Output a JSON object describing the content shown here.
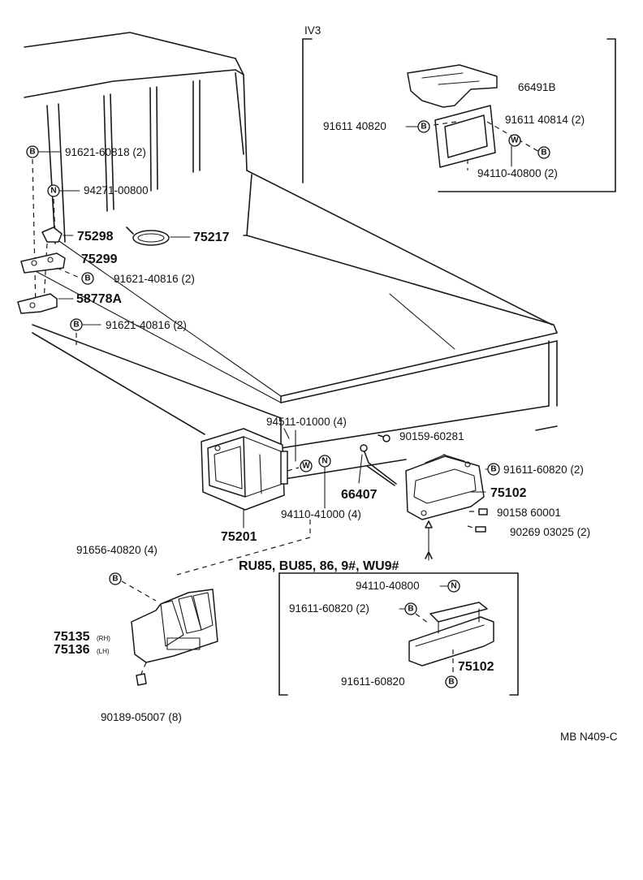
{
  "variant_label": "IV3",
  "inset_variants": "RU85, BU85, 86, 9#, WU9#",
  "drawing_code": "MB N409-C",
  "symbols": {
    "bolt": "B",
    "nut": "N",
    "washer": "W"
  },
  "parts": {
    "p66491B": "66491B",
    "p91611_40820": "91611 40820",
    "p91611_40814": "91611 40814 (2)",
    "p94110_40800_2": "94110-40800 (2)",
    "p91621_60818": "91621-60818 (2)",
    "p94271_00800": "94271-00800",
    "p75298": "75298",
    "p75217": "75217",
    "p75299": "75299",
    "p91621_40816_a": "91621-40816 (2)",
    "p58778A": "58778A",
    "p91621_40816_b": "91621-40816 (2)",
    "p94511_01000": "94511-01000 (4)",
    "p90159_60281": "90159-60281",
    "p91611_60820_2": "91611-60820 (2)",
    "p66407": "66407",
    "p75102_a": "75102",
    "p90158_60001": "90158 60001",
    "p90269_03025": "90269 03025 (2)",
    "p94110_41000": "94110-41000 (4)",
    "p75201": "75201",
    "p91656_40820": "91656-40820 (4)",
    "p75135": "75135",
    "p75136": "75136",
    "p90189_05007": "90189-05007 (8)",
    "p94110_40800": "94110-40800",
    "p91611_60820_b": "91611-60820 (2)",
    "p75102_b": "75102",
    "p91611_60820_c": "91611-60820",
    "rh": "(RH)",
    "lh": "(LH)"
  }
}
